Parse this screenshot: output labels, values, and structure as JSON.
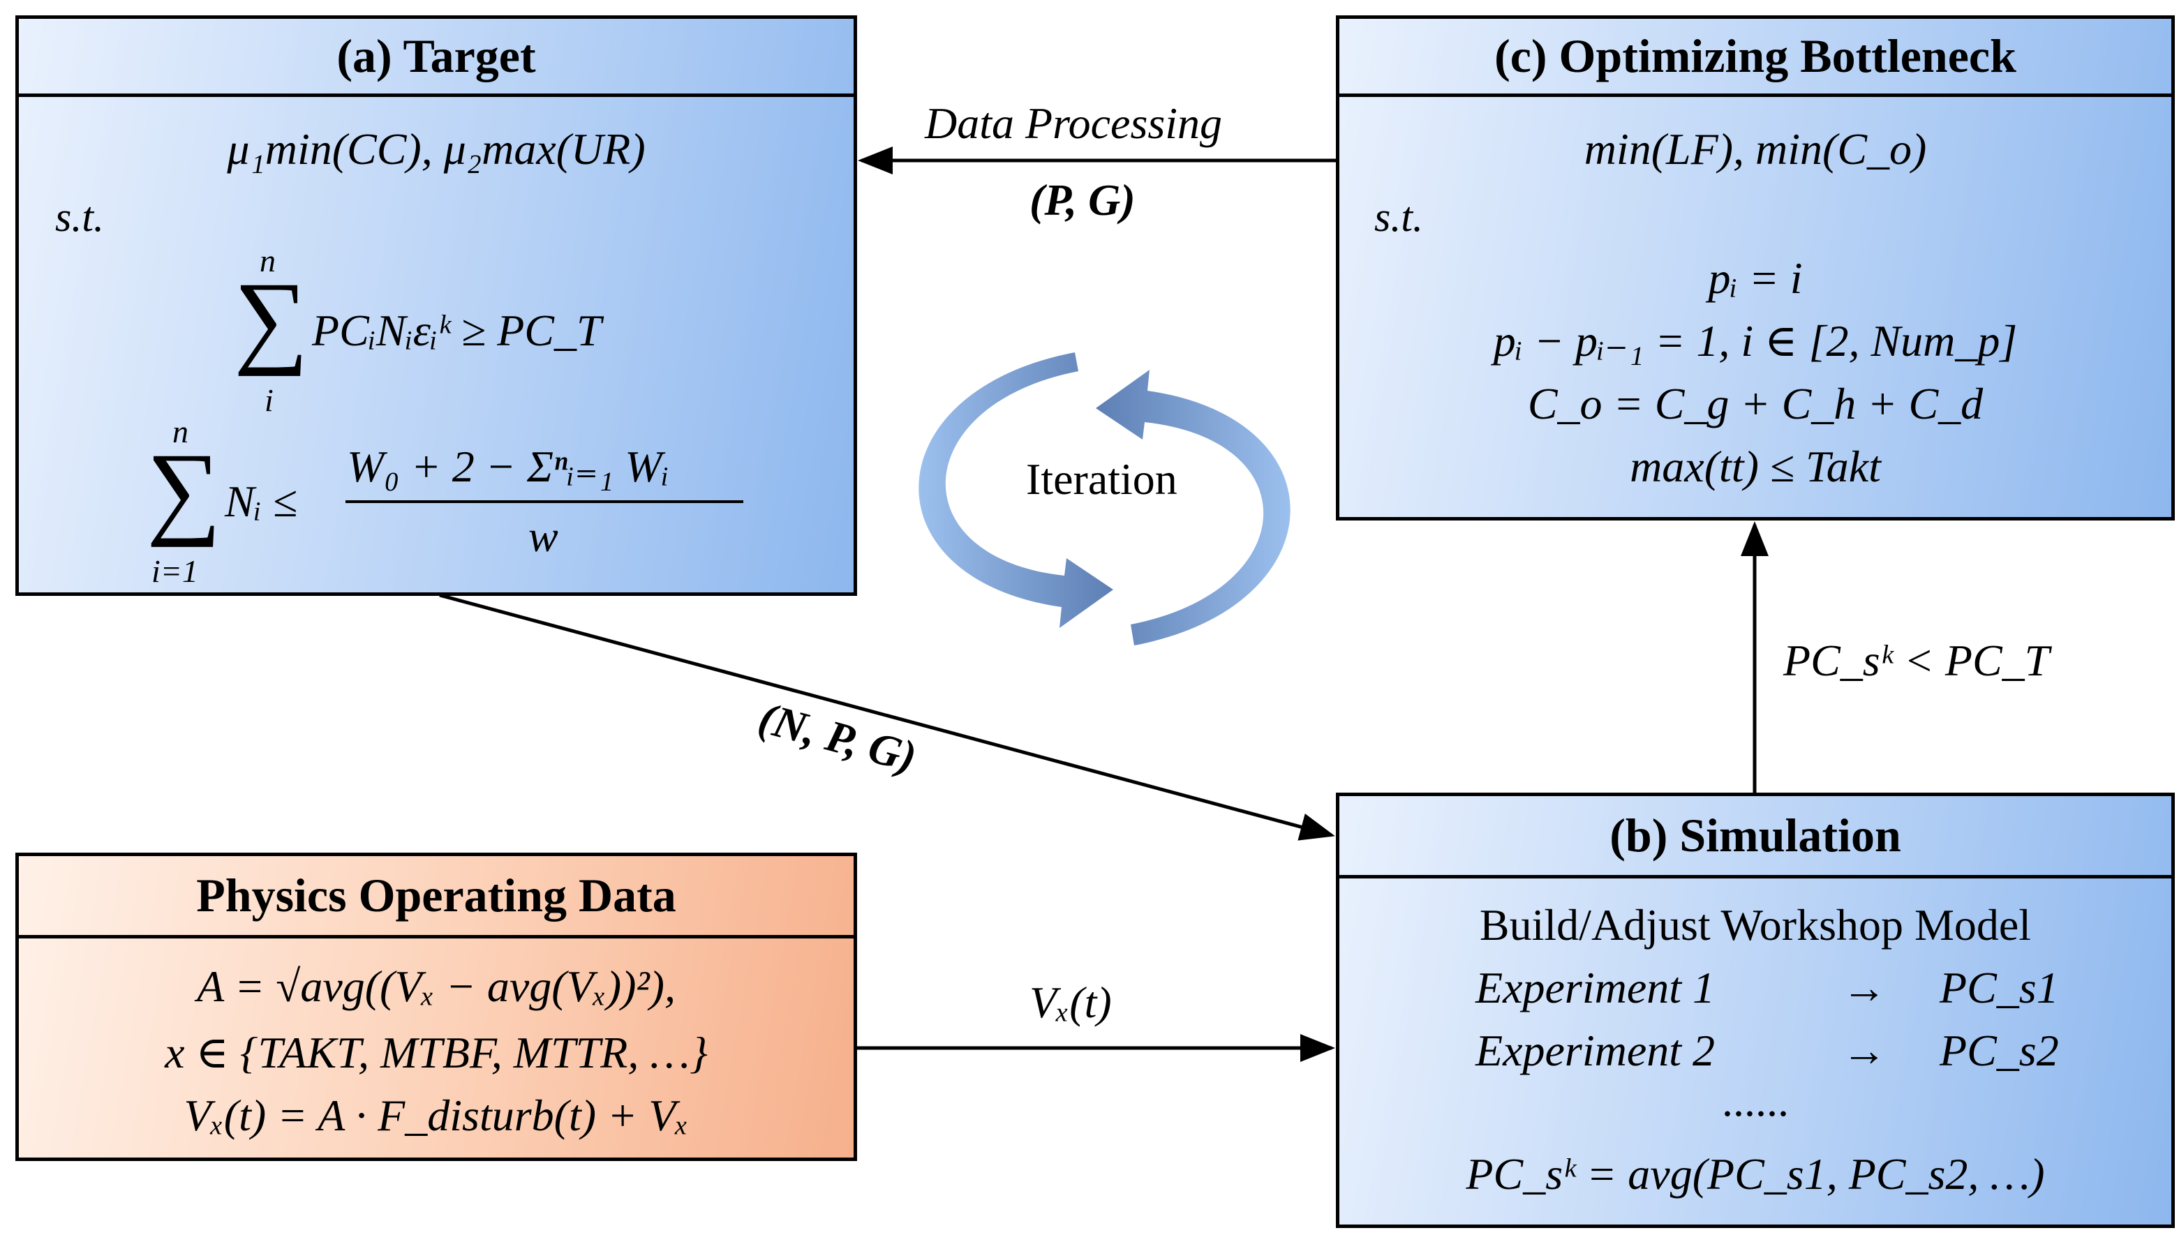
{
  "target": {
    "title": "(a) Target",
    "objective": "μ₁min(CC), μ₂max(UR)",
    "st": "s.t.",
    "c1_body": "PCᵢNᵢεᵢᵏ ≥ PC_T",
    "c1_upper": "n",
    "c1_lower": "i",
    "c2_body": "Nᵢ ≤",
    "c2_upper": "n",
    "c2_lower": "i=1",
    "c2_num": "W₀ + 2 − Σⁿᵢ₌₁ Wᵢ",
    "c2_den": "w"
  },
  "optimizing": {
    "title": "(c) Optimizing Bottleneck",
    "objective": "min(LF), min(C_o)",
    "st": "s.t.",
    "c1": "pᵢ = i",
    "c2": "pᵢ − pᵢ₋₁ = 1, i ∈ [2, Num_p]",
    "c3": "C_o = C_g + C_h + C_d",
    "c4": "max(tt) ≤ Takt"
  },
  "physics": {
    "title": "Physics Operating Data",
    "l1": "A = √avg((Vₓ − avg(Vₓ))²),",
    "l2": "x ∈ {TAKT, MTBF, MTTR, …}",
    "l3": "Vₓ(t) = A · F_disturb(t) + Vₓ"
  },
  "simulation": {
    "title": "(b) Simulation",
    "l1": "Build/Adjust Workshop Model",
    "exp1": "Experiment 1",
    "exp1_out": "PC_s1",
    "exp2": "Experiment 2",
    "exp2_out": "PC_s2",
    "arrow": "→",
    "dots": "......",
    "l_last": "PC_sᵏ = avg(PC_s1, PC_s2, …)"
  },
  "labels": {
    "data_processing": "Data Processing",
    "pg": "(P, G)",
    "npg": "(N, P, G)",
    "vx": "Vₓ(t)",
    "pcs": "PC_sᵏ < PC_T",
    "iteration": "Iteration"
  },
  "colors": {
    "blue_box": "#b9d3f6",
    "orange_box": "#fcd0b6",
    "iteration_arrow": "#7d9fd3"
  }
}
